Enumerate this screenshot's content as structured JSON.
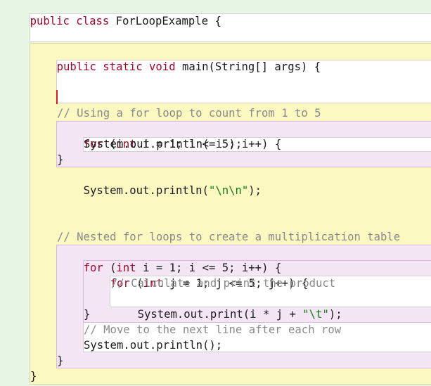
{
  "lines": {
    "l1": {
      "kw1": "public",
      "sp1": " ",
      "kw2": "class",
      "rest": " ForLoopExample {"
    },
    "l2": {
      "kw1": "public",
      "sp1": " ",
      "kw2": "static",
      "sp2": " ",
      "kw3": "void",
      "rest": " main(String[] args) {"
    },
    "l3": {
      "comment": "// Using a for loop to count from 1 to 5"
    },
    "l4": {
      "kw1": "for",
      "p1": " (",
      "kw2": "int",
      "rest": " i = 1; i <= 5; i++) {"
    },
    "l5": {
      "text": "System.out.println( i );"
    },
    "l6": {
      "text": "}"
    },
    "l7": {
      "pre": "System.out.println(",
      "str": "\"\\n\\n\"",
      "post": ");"
    },
    "l8": {
      "comment": "// Nested for loops to create a multiplication table"
    },
    "l9": {
      "kw1": "for",
      "p1": " (",
      "kw2": "int",
      "rest": " i = 1; i <= 5; i++) {"
    },
    "l10": {
      "kw1": "for",
      "p1": " (",
      "kw2": "int",
      "rest": " j = 1; j <= 5; j++) {"
    },
    "l11": {
      "comment": "// Calculate and print the product"
    },
    "l12": {
      "pre": "System.out.print(i * j + ",
      "str": "\"\\t\"",
      "post": ");"
    },
    "l13": {
      "text": "}"
    },
    "l14": {
      "comment": "// Move to the next line after each row"
    },
    "l15": {
      "text": "System.out.println();"
    },
    "l16": {
      "text": "}"
    },
    "l17": {
      "text": "}"
    }
  },
  "colors": {
    "keyword": "#9b0a2c",
    "comment": "#8a8a8a",
    "string": "#1b7a1b",
    "class_block": "#e8f6e5",
    "method_block": "#fbf8c2",
    "loop_block": "#f4e6f4",
    "caret": "#d02020"
  }
}
